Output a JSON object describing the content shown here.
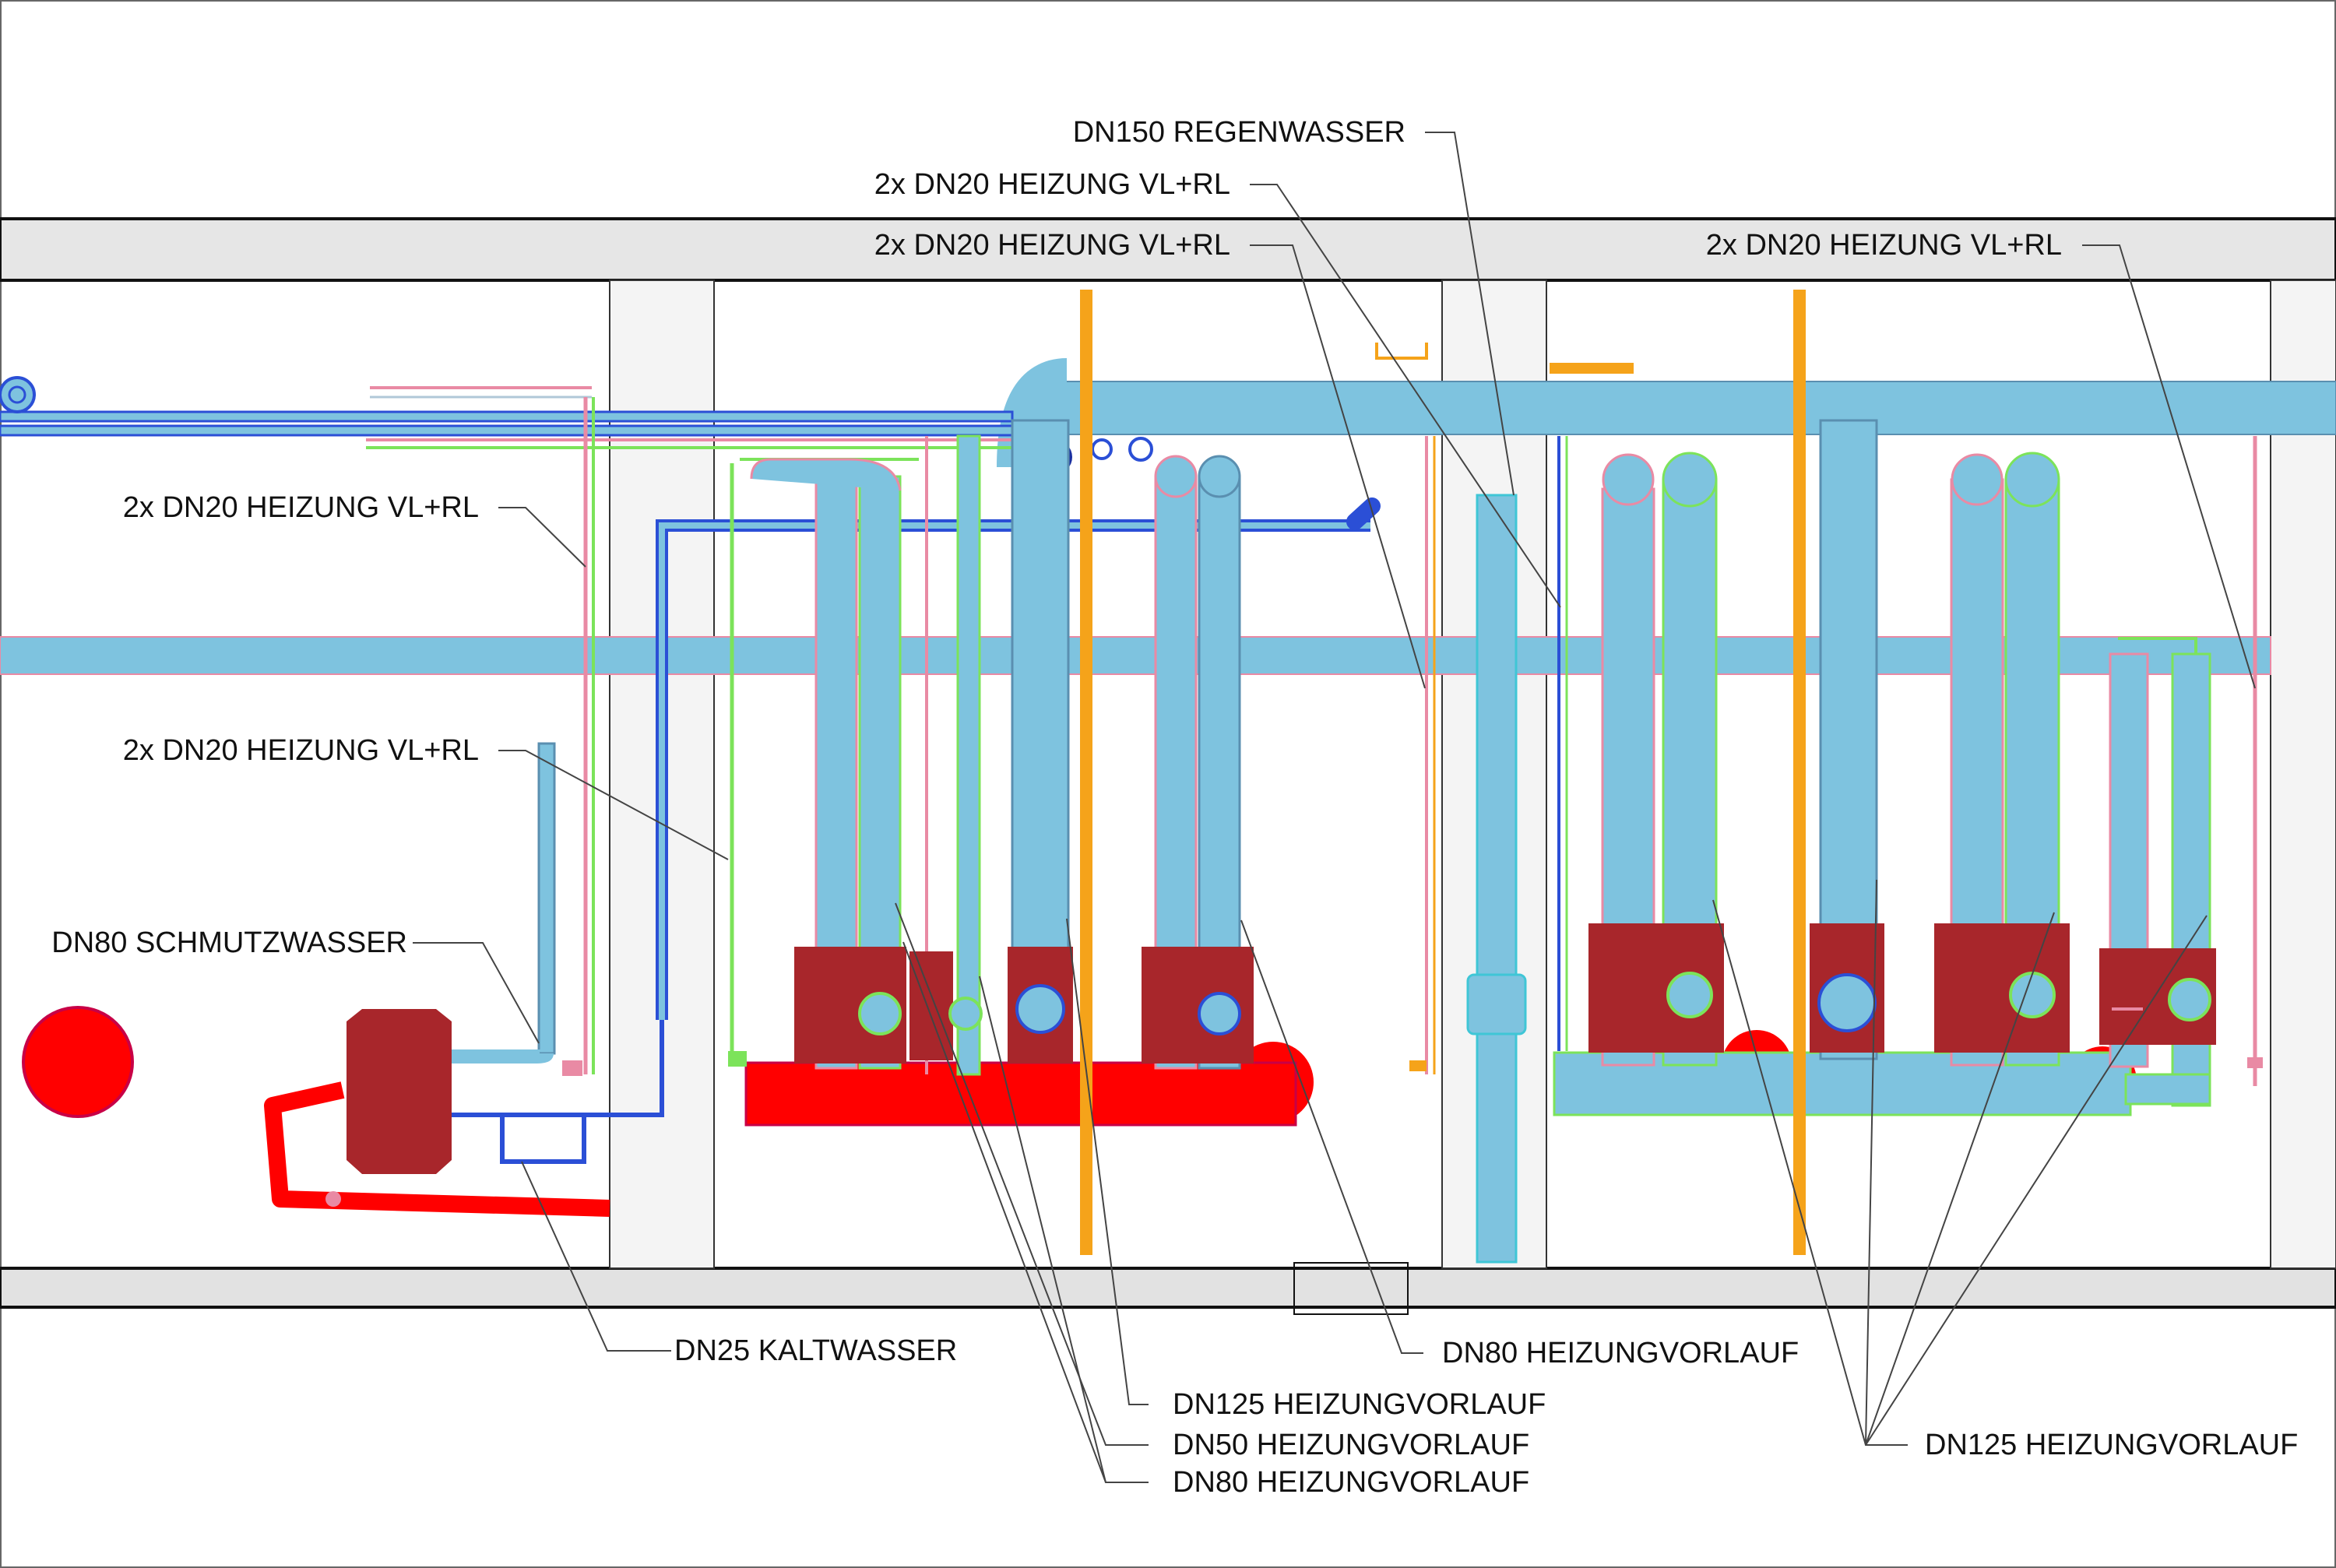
{
  "diagram": {
    "labels": {
      "regenwasser": "DN150 REGENWASSER",
      "heizung_top_1": "2x DN20 HEIZUNG VL+RL",
      "heizung_top_2": "2x DN20 HEIZUNG VL+RL",
      "heizung_top_right": "2x DN20 HEIZUNG VL+RL",
      "heizung_left_1": "2x DN20 HEIZUNG VL+RL",
      "heizung_left_2": "2x DN20 HEIZUNG VL+RL",
      "schmutzwasser": "DN80 SCHMUTZWASSER",
      "kaltwasser": "DN25 KALTWASSER",
      "dn125_vorlauf_mid": "DN125 HEIZUNGVORLAUF",
      "dn50_vorlauf": "DN50 HEIZUNGVORLAUF",
      "dn80_vorlauf_low": "DN80 HEIZUNGVORLAUF",
      "dn80_vorlauf_right": "DN80 HEIZUNGVORLAUF",
      "dn125_vorlauf_right": "DN125 HEIZUNGVORLAUF"
    },
    "colors": {
      "pipe_fill": "#7EC3DF",
      "pipe_outline": "#5A8FB0",
      "cold_water": "#2B4FD6",
      "pump_body": "#A8262B",
      "header_red": "#FF0000",
      "riser_orange": "#F5A31A",
      "green_line": "#7CE35A",
      "pink_line": "#E98AA4",
      "slab_gray": "#E2E2E2",
      "wall_gray": "#F4F4F4",
      "leader": "#444444"
    }
  }
}
